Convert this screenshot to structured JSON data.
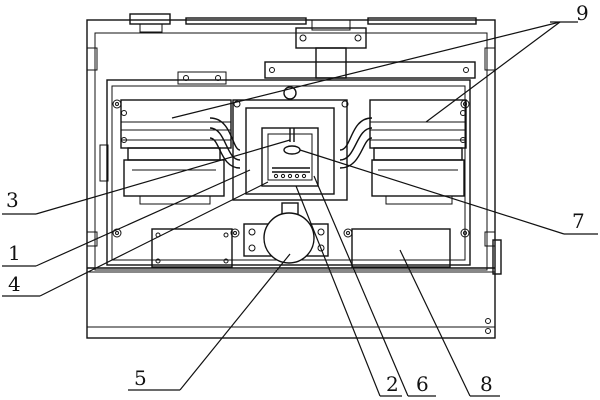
{
  "callouts": [
    {
      "id": "c1",
      "label": "1"
    },
    {
      "id": "c2",
      "label": "2"
    },
    {
      "id": "c3",
      "label": "3"
    },
    {
      "id": "c4",
      "label": "4"
    },
    {
      "id": "c5",
      "label": "5"
    },
    {
      "id": "c6",
      "label": "6"
    },
    {
      "id": "c7",
      "label": "7"
    },
    {
      "id": "c8",
      "label": "8"
    },
    {
      "id": "c9",
      "label": "9"
    }
  ],
  "colors": {
    "line": "#111111",
    "background": "#ffffff"
  }
}
